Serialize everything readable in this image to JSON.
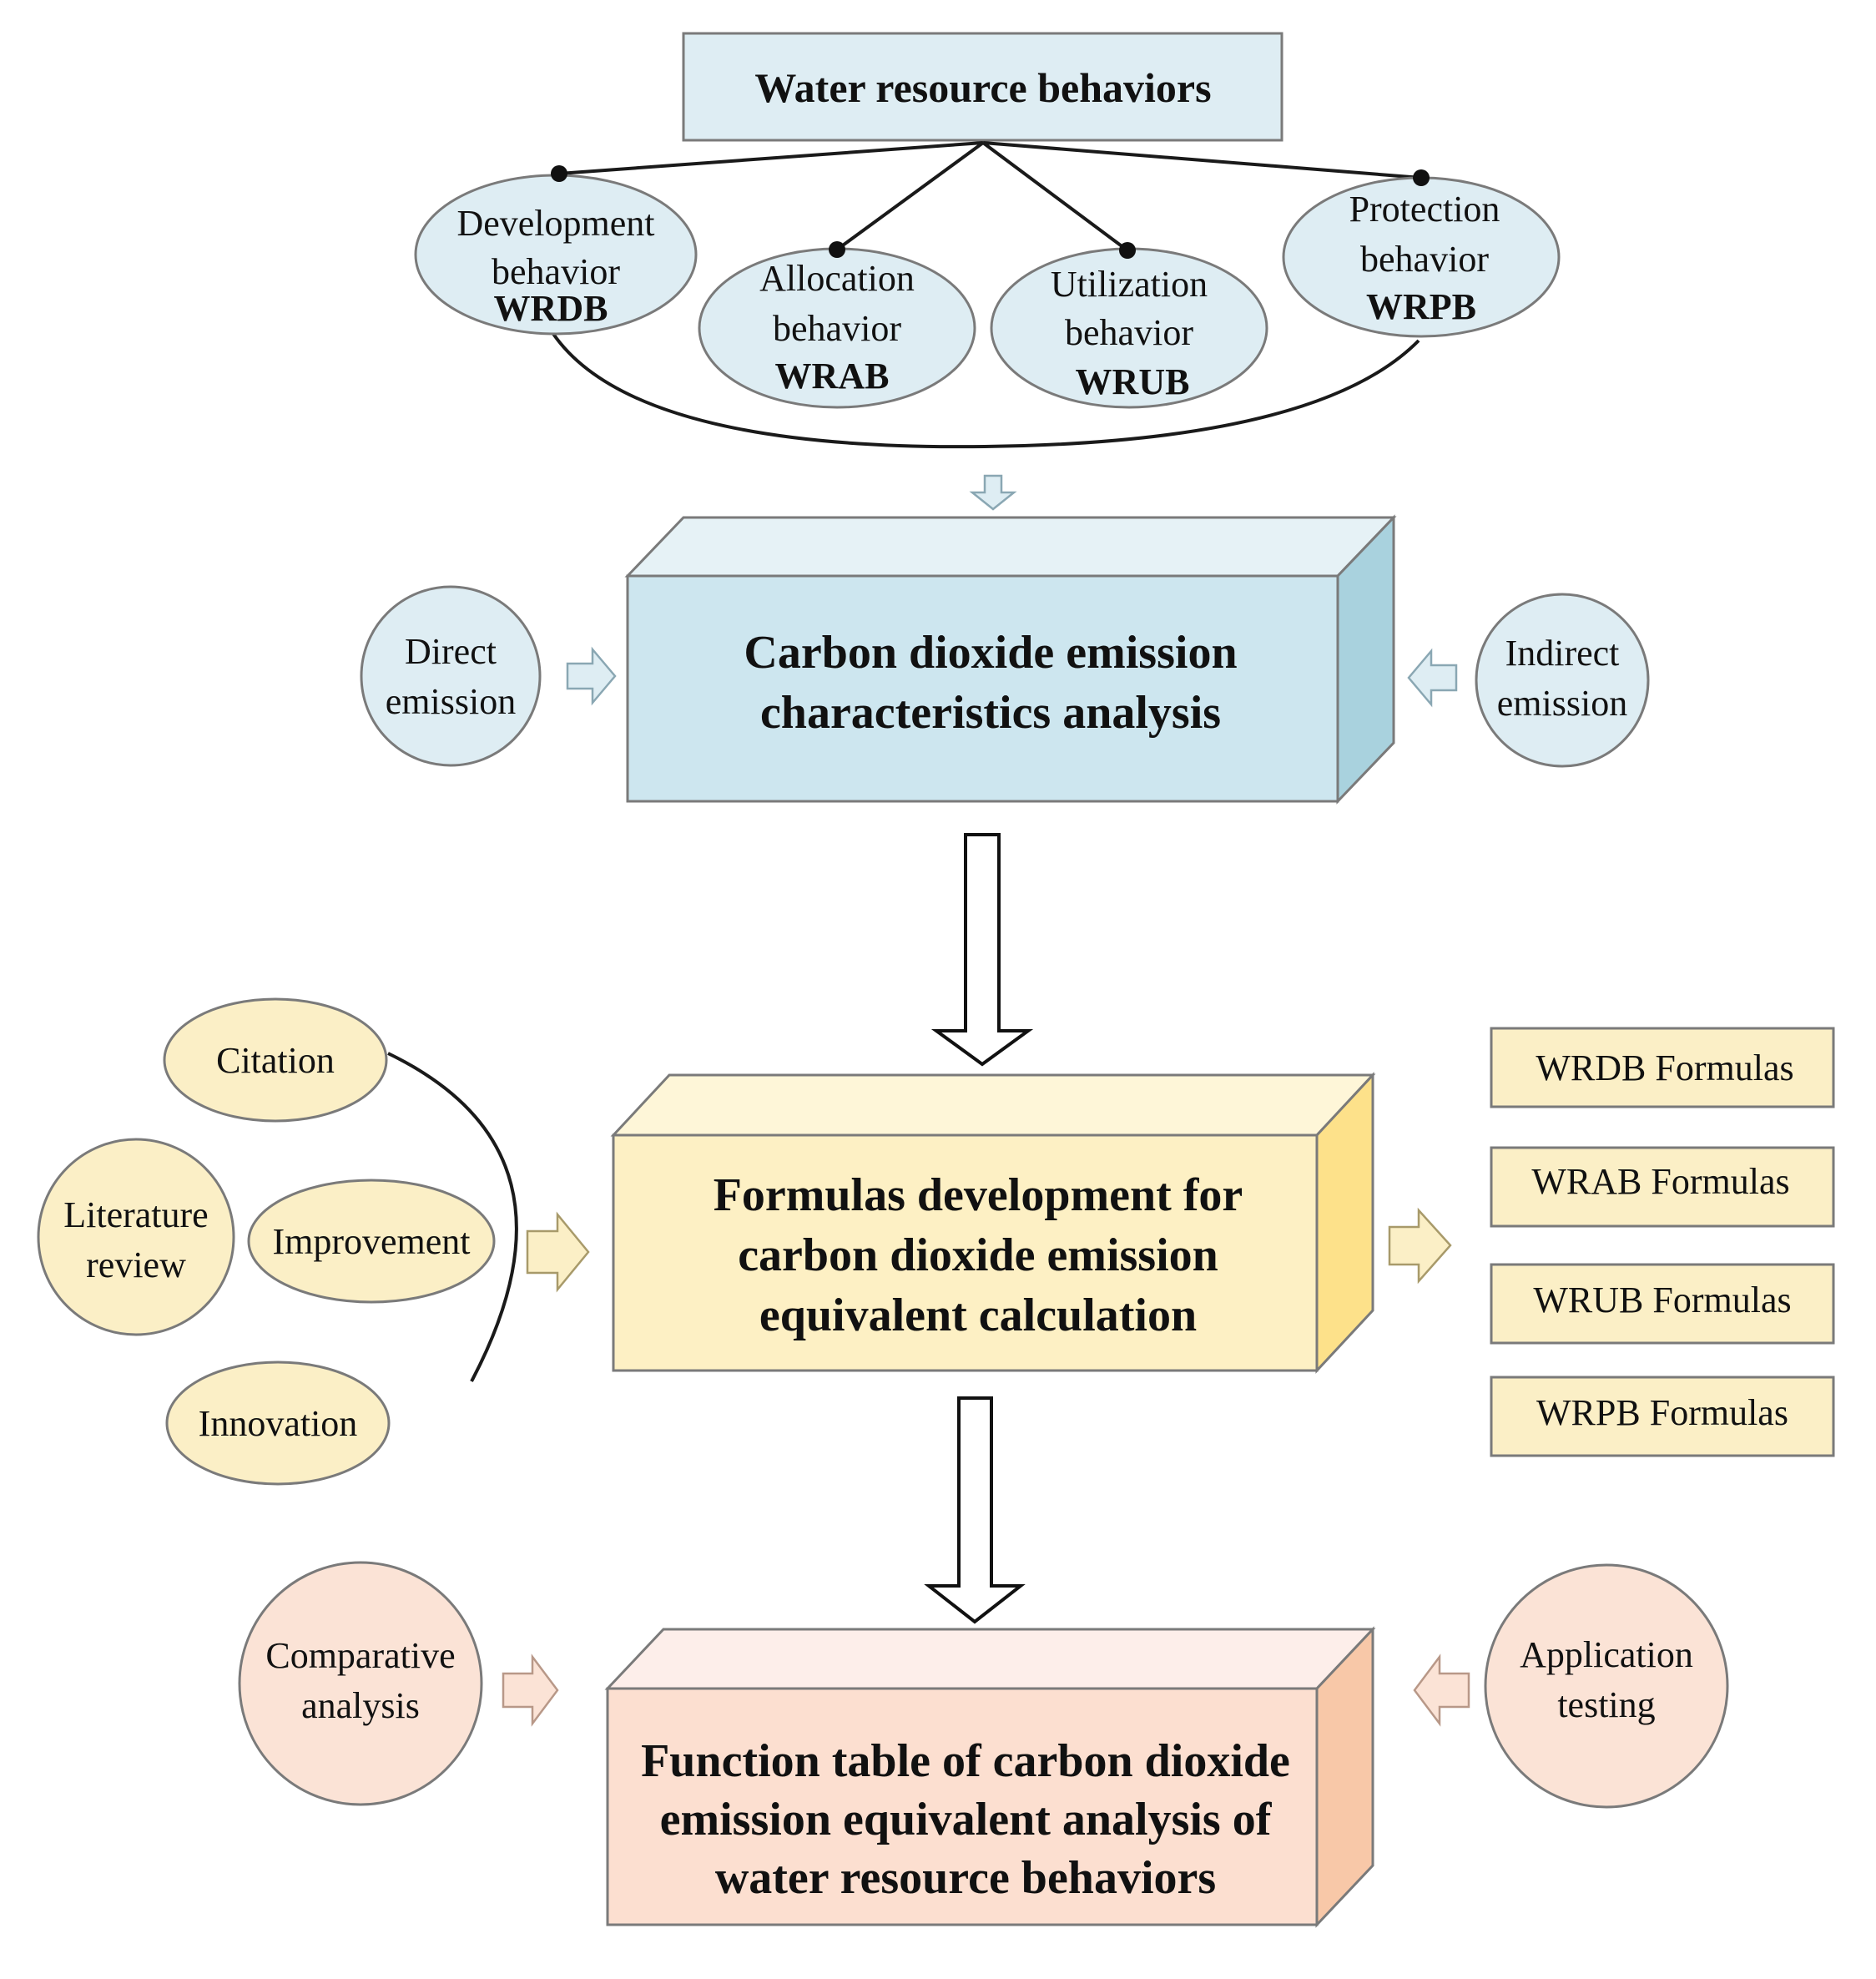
{
  "colors": {
    "blue_fill": "#deedf3",
    "blue_front": "#cde6ef",
    "blue_top": "#e6f2f6",
    "blue_side": "#a9d2de",
    "yellow_fill": "#fbefc6",
    "yellow_front": "#fdf0c4",
    "yellow_top": "#fef6d8",
    "yellow_side": "#fde18a",
    "pink_fill": "#fbe3d6",
    "pink_front": "#fcdfd0",
    "pink_top": "#fdeeea",
    "pink_side": "#f8c8a8",
    "stroke": "#7a7a7a",
    "line": "#1a1a1a"
  },
  "top_box": {
    "label": "Water resource behaviors"
  },
  "behaviors": [
    {
      "line1": "Development",
      "line2": "behavior",
      "code": "WRDB"
    },
    {
      "line1": "Allocation",
      "line2": "behavior",
      "code": "WRAB"
    },
    {
      "line1": "Utilization",
      "line2": "behavior",
      "code": "WRUB"
    },
    {
      "line1": "Protection",
      "line2": "behavior",
      "code": "WRPB"
    }
  ],
  "stage1": {
    "title_line1": "Carbon dioxide emission",
    "title_line2": "characteristics analysis",
    "left": {
      "line1": "Direct",
      "line2": "emission"
    },
    "right": {
      "line1": "Indirect",
      "line2": "emission"
    }
  },
  "stage2": {
    "title_line1": "Formulas development for",
    "title_line2": "carbon dioxide emission",
    "title_line3": "equivalent calculation",
    "inputs": {
      "citation": "Citation",
      "literature_line1": "Literature",
      "literature_line2": "review",
      "improvement": "Improvement",
      "innovation": "Innovation"
    },
    "outputs": [
      "WRDB Formulas",
      "WRAB Formulas",
      "WRUB Formulas",
      "WRPB Formulas"
    ]
  },
  "stage3": {
    "title_line1": "Function table of carbon dioxide",
    "title_line2": "emission equivalent analysis of",
    "title_line3": "water resource behaviors",
    "left": {
      "line1": "Comparative",
      "line2": "analysis"
    },
    "right": {
      "line1": "Application",
      "line2": "testing"
    }
  }
}
